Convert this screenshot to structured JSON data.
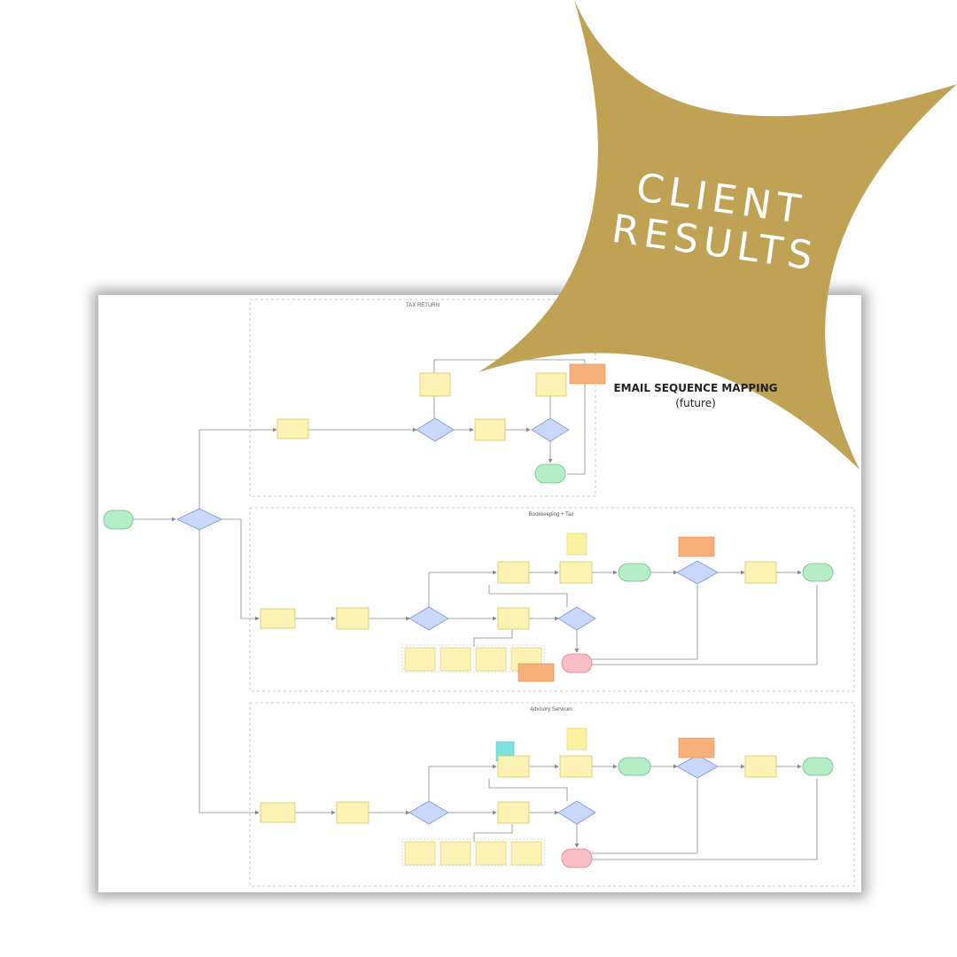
{
  "badge": {
    "line1": "CLIENT",
    "line2": "RESULTS",
    "color": "#bfa253"
  },
  "diagram_title": {
    "title": "EMAIL SEQUENCE MAPPING",
    "subtitle": "(future)"
  },
  "sections": {
    "tax": "TAX RETURN",
    "bookkeeping": "Bookkeeping + Tax",
    "advisory": "Advisory Services"
  },
  "colors": {
    "start": "#b4edc6",
    "decision": "#c9d7fb",
    "step": "#fbf2b4",
    "note": "#f7b07a",
    "end": "#f9bec7",
    "teal": "#7fe0e0"
  }
}
